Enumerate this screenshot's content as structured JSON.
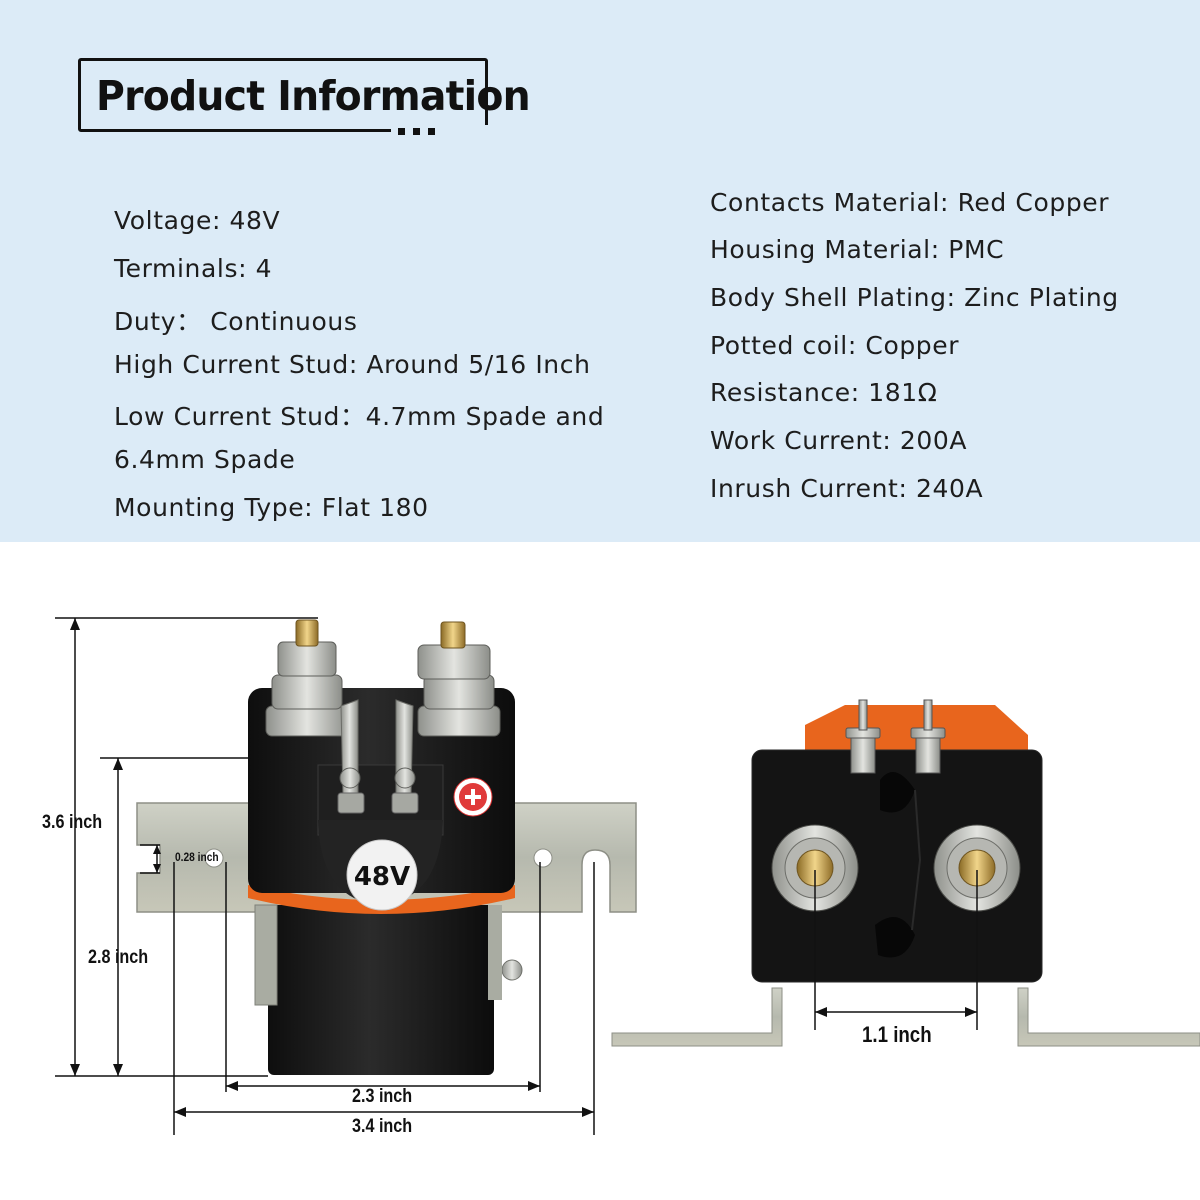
{
  "header": {
    "title": "Product Information"
  },
  "specs_left": [
    "Voltage: 48V",
    "Terminals: 4",
    "Duty： Continuous",
    "High Current Stud: Around 5/16 Inch",
    "Low Current Stud：4.7mm Spade and",
    "6.4mm Spade",
    "Mounting Type: Flat 180"
  ],
  "specs_right": [
    "Contacts Material: Red Copper",
    "Housing Material: PMC",
    "Body Shell Plating: Zinc Plating",
    "Potted coil: Copper",
    "Resistance: 181Ω",
    "Work Current: 200A",
    "Inrush Current: 240A"
  ],
  "dimensions": {
    "height_total": "3.6 inch",
    "height_body": "2.8 inch",
    "slot": "0.28 inch",
    "width_holes": "2.3 inch",
    "width_total": "3.4 inch",
    "stud_spacing": "1.1 inch"
  },
  "product": {
    "voltage_label": "48V"
  },
  "colors": {
    "panel_bg": "#dcebf7",
    "housing": "#1a1a1a",
    "accent": "#e8651d",
    "bracket": "#b9bcb4",
    "brass": "#c9a24a"
  }
}
